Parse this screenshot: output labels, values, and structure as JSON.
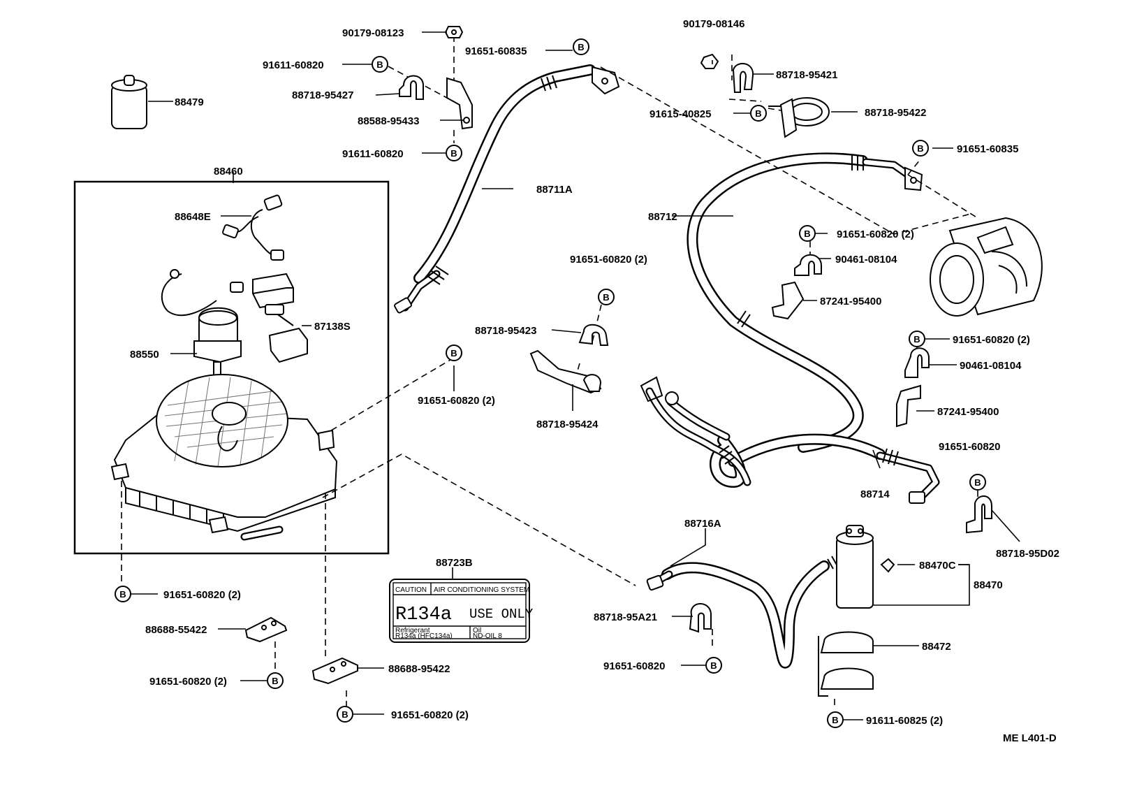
{
  "labels": {
    "p90179_08123": "90179-08123",
    "p91611_60820_a": "91611-60820",
    "p88718_95427": "88718-95427",
    "p88588_95433": "88588-95433",
    "p91611_60820_b": "91611-60820",
    "p88479": "88479",
    "p91651_60835_a": "91651-60835",
    "p88711A": "88711A",
    "p90179_08146": "90179-08146",
    "p88718_95421": "88718-95421",
    "p91615_40825": "91615-40825",
    "p88718_95422": "88718-95422",
    "p91651_60835_b": "91651-60835",
    "p88712": "88712",
    "p91651_60820_2_a": "91651-60820 (2)",
    "p90461_08104_a": "90461-08104",
    "p87241_95400_a": "87241-95400",
    "p91651_60820_2_b": "91651-60820 (2)",
    "p90461_08104_b": "90461-08104",
    "p87241_95400_b": "87241-95400",
    "p91651_60820_c": "91651-60820",
    "p88714": "88714",
    "p88718_95D02": "88718-95D02",
    "p88460": "88460",
    "p88648E": "88648E",
    "p87138S": "87138S",
    "p88550": "88550",
    "p91651_60820_2_c": "91651-60820 (2)",
    "p88718_95423": "88718-95423",
    "p88718_95424": "88718-95424",
    "p91651_60820_2_d": "91651-60820 (2)",
    "p91651_60820_2_e": "91651-60820 (2)",
    "p88723B": "88723B",
    "p88688_55422": "88688-55422",
    "p91651_60820_2_f": "91651-60820 (2)",
    "p88688_95422": "88688-95422",
    "p91651_60820_2_g": "91651-60820 (2)",
    "p88716A": "88716A",
    "p88718_95A21": "88718-95A21",
    "p91651_60820_d": "91651-60820",
    "p88470C": "88470C",
    "p88470": "88470",
    "p88472": "88472",
    "p91611_60825_2": "91611-60825 (2)",
    "figure_code": "ME L401-D"
  },
  "bolt_symbol": "B",
  "sticker": {
    "caution": "CAUTION",
    "system": "AIR CONDITIONING SYSTEM",
    "refrigerant_big": "R134a",
    "use_only": "USE ONLY",
    "refrigerant_label": "Refrigerant",
    "refrigerant_type": "R134a (HFC134a)",
    "oil_label": "Oil",
    "oil_type": "ND-OIL 8"
  }
}
